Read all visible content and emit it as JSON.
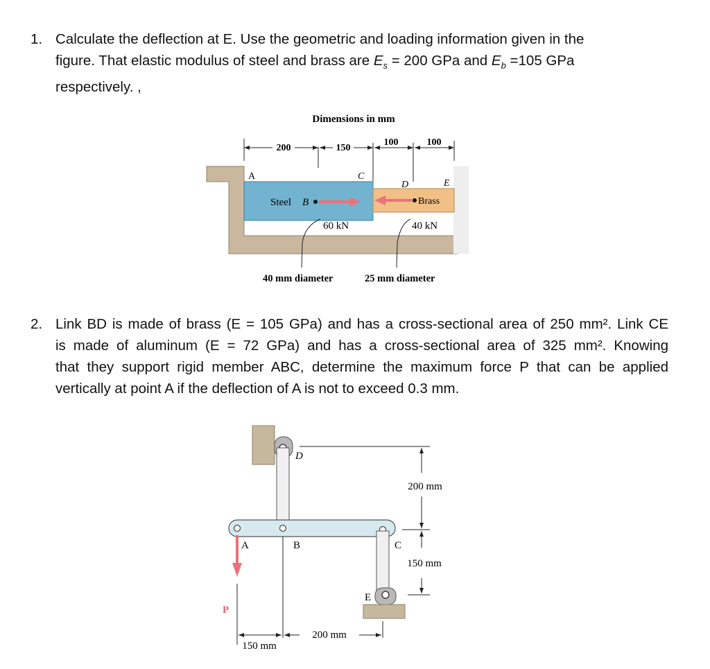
{
  "q1": {
    "number": "1.",
    "line1": "Calculate the deflection at E. Use the geometric and loading information given in the",
    "line2_a": "figure. That elastic modulus of steel and brass are ",
    "Es_sym": "E",
    "Es_sub": "s",
    "line2_b": " = 200 GPa and ",
    "Eb_sym": "E",
    "Eb_sub": "b",
    "line2_c": " =105 GPa",
    "line3": "respectively. ,",
    "figure": {
      "caption_top": "Dimensions in mm",
      "dim_200": "200",
      "dim_150": "150",
      "dim_100a": "100",
      "dim_100b": "100",
      "label_A": "A",
      "label_C": "C",
      "label_D": "D",
      "label_E": "E",
      "label_steel": "Steel",
      "label_B": "B",
      "label_brass": "Brass",
      "load_60": "60 kN",
      "load_40": "40 kN",
      "diam_steel": "40 mm diameter",
      "diam_brass": "25 mm diameter",
      "colors": {
        "steel": "#72b3cf",
        "brass": "#f2bf86",
        "wall": "#c9b89e",
        "arrow": "#e8737a"
      }
    }
  },
  "q2": {
    "number": "2.",
    "line1": "Link BD is made of brass (E = 105 GPa) and has a cross-sectional area of 250 mm².  Link CE",
    "line2": "is made of aluminum (E = 72 GPa) and has a cross-sectional area of 325 mm².  Knowing",
    "line3": "that they support rigid member ABC, determine the maximum force P that can be applied",
    "line4": "vertically at point A if the deflection of A is not to exceed 0.3 mm.",
    "figure": {
      "label_D": "D",
      "label_A": "A",
      "label_B": "B",
      "label_C": "C",
      "label_E": "E",
      "label_P": "P",
      "dim_200v": "200 mm",
      "dim_150v": "150 mm",
      "dim_150h": "150 mm",
      "dim_200h": "200 mm",
      "colors": {
        "bar": "#d6e9ef",
        "support": "#c5b89c",
        "force": "#e8737a"
      }
    }
  }
}
